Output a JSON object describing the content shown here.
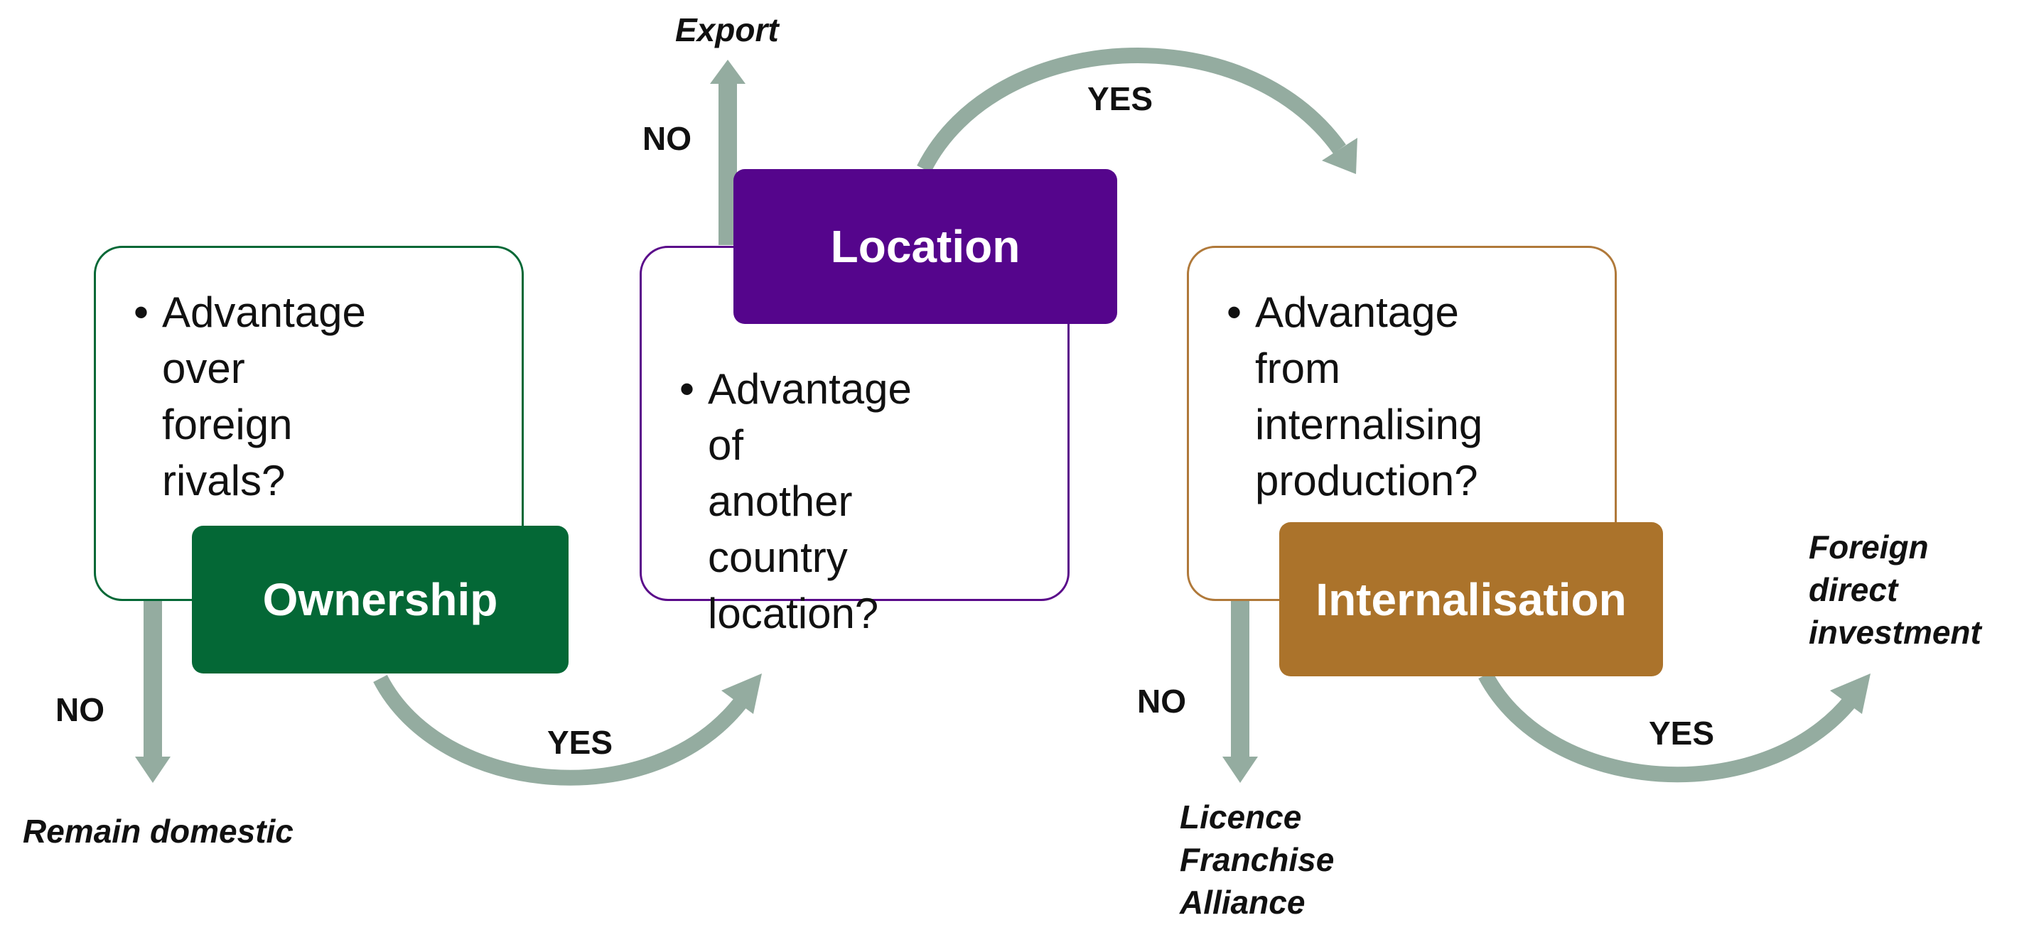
{
  "colors": {
    "ownership": "#046836",
    "location": "#55058c",
    "internalisation": "#ab732b",
    "arrow": "#94aca0"
  },
  "ownership": {
    "label": "Ownership",
    "question_lines": [
      "Advantage",
      "over foreign",
      "rivals?"
    ],
    "no_label": "NO",
    "yes_label": "YES",
    "no_outcome": "Remain domestic"
  },
  "location": {
    "label": "Location",
    "question_lines": [
      "Advantage of",
      "another",
      "country",
      "location?"
    ],
    "no_label": "NO",
    "yes_label": "YES",
    "no_outcome": "Export"
  },
  "internalisation": {
    "label": "Internalisation",
    "question_lines": [
      "Advantage",
      "from",
      "internalising",
      "production?"
    ],
    "no_label": "NO",
    "yes_label": "YES",
    "no_outcome_lines": [
      "Licence",
      "Franchise",
      "Alliance"
    ],
    "yes_outcome_lines": [
      "Foreign",
      "direct",
      "investment"
    ]
  }
}
